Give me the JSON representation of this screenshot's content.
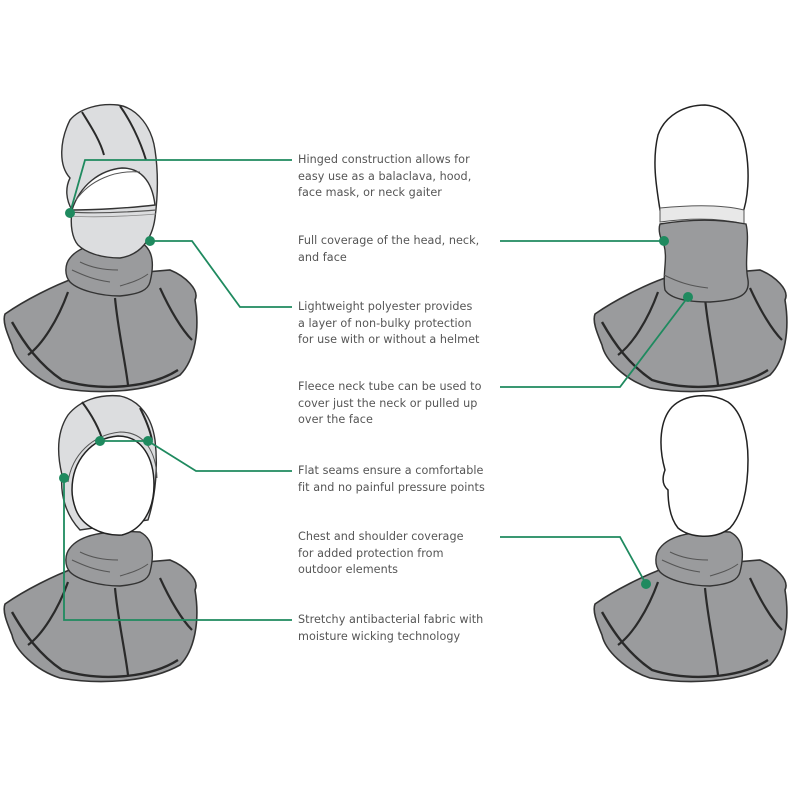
{
  "colors": {
    "background": "#ffffff",
    "accent_green": "#1f8a5f",
    "fabric_dark": "#9a9b9d",
    "fabric_light": "#dcdddf",
    "seam": "#2a2a2a",
    "outline": "#333333",
    "text": "#555555"
  },
  "figures": [
    {
      "id": "balaclava",
      "position": "top-left",
      "mode": "Balaclava (face mask up, hood on)"
    },
    {
      "id": "neck-gaiter-up",
      "position": "top-right",
      "mode": "Neck tube pulled up over face"
    },
    {
      "id": "hood",
      "position": "bottom-left",
      "mode": "Hood (face open)"
    },
    {
      "id": "neck-gaiter",
      "position": "bottom-right",
      "mode": "Neck gaiter only"
    }
  ],
  "callouts": [
    {
      "id": "hinged",
      "text": "Hinged construction allows for\neasy use as a balaclava, hood,\nface mask, or neck gaiter"
    },
    {
      "id": "coverage",
      "text": "Full coverage of the head, neck,\nand face"
    },
    {
      "id": "lightweight",
      "text": "Lightweight polyester provides\na layer of non-bulky protection\nfor use with or without a helmet"
    },
    {
      "id": "fleece",
      "text": "Fleece neck tube can be used to\ncover just the neck or pulled up\nover the face"
    },
    {
      "id": "flat-seams",
      "text": "Flat seams ensure a comfortable\nfit and no painful pressure points"
    },
    {
      "id": "chest",
      "text": "Chest and shoulder coverage\nfor added protection from\noutdoor elements"
    },
    {
      "id": "stretchy",
      "text": "Stretchy antibacterial fabric with\nmoisture wicking technology"
    }
  ]
}
